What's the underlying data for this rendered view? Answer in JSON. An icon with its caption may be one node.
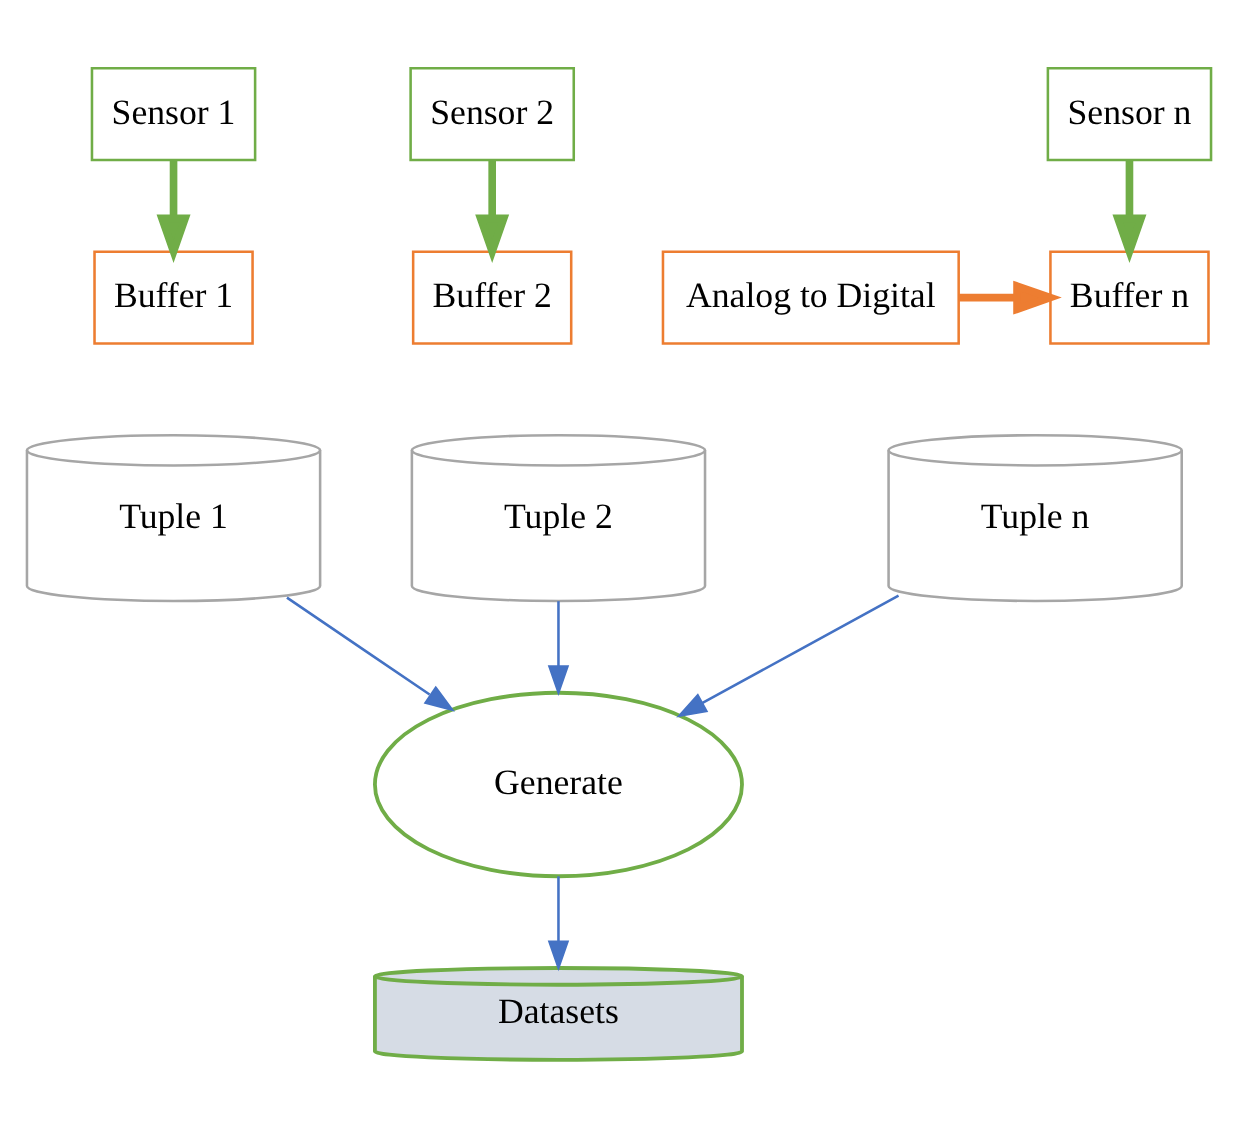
{
  "diagram": {
    "nodes": [
      {
        "text": [
          "Sensor 1"
        ]
      },
      {
        "text": [
          "Sensor 2"
        ]
      },
      {
        "text": [
          "Sensor n"
        ]
      },
      {
        "text": [
          "Buffer 1"
        ]
      },
      {
        "text": [
          "Buffer 2"
        ]
      },
      {
        "text": [
          "Buffer n"
        ]
      },
      {
        "text": [
          "Analog to Digital"
        ]
      },
      {
        "text": [
          "Tuple 1"
        ]
      },
      {
        "text": [
          "Tuple 2"
        ]
      },
      {
        "text": [
          "Tuple n"
        ]
      },
      {
        "text": [
          "Generate"
        ]
      },
      {
        "text": [
          "Datasets"
        ]
      }
    ],
    "edges": [
      {
        "from": 0,
        "to": 3,
        "arrow": "to",
        "style": "thick",
        "color": "#70ad47"
      },
      {
        "from": 1,
        "to": 4,
        "arrow": "to",
        "style": "thick",
        "color": "#70ad47"
      },
      {
        "from": 2,
        "to": 5,
        "arrow": "to",
        "style": "thick",
        "color": "#70ad47"
      },
      {
        "from": 6,
        "to": 5,
        "arrow": "to",
        "style": "thick",
        "color": "#ed7d31"
      },
      {
        "from": 7,
        "to": 10,
        "arrow": "to",
        "color": "#4472c4"
      },
      {
        "from": 8,
        "to": 10,
        "arrow": "to",
        "color": "#4472c4"
      },
      {
        "from": 9,
        "to": 10,
        "arrow": "to",
        "color": "#4472c4"
      },
      {
        "from": 10,
        "to": 11,
        "arrow": "to",
        "color": "#4472c4"
      }
    ]
  }
}
